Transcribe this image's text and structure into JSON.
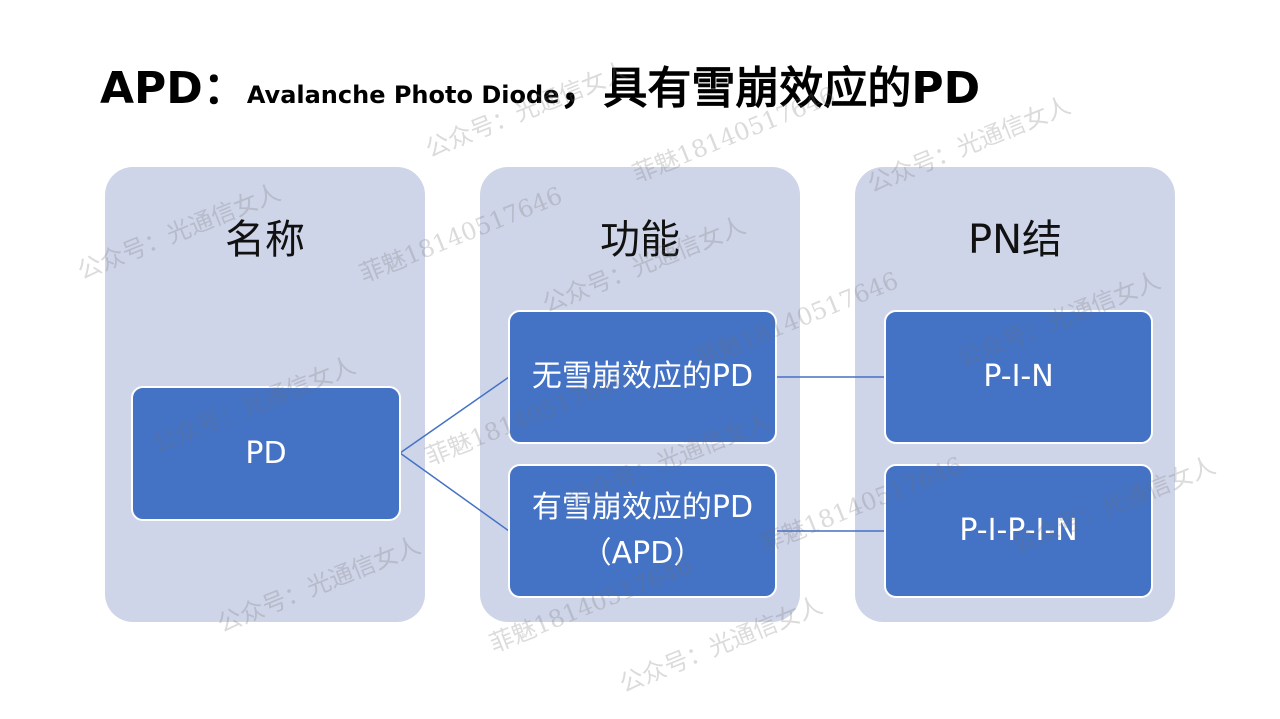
{
  "title": {
    "prefix": "APD：",
    "subtitle": "Avalanche Photo Diode",
    "suffix": "，具有雪崩效应的PD"
  },
  "columns": {
    "name": {
      "title": "名称",
      "nodes": {
        "pd": "PD"
      }
    },
    "function": {
      "title": "功能",
      "nodes": {
        "no_avalanche": "无雪崩效应的PD",
        "avalanche_line1": "有雪崩效应的PD",
        "avalanche_line2": "（APD）"
      }
    },
    "pn": {
      "title": "PN结",
      "nodes": {
        "pin": "P-I-N",
        "pipin": "P-I-P-I-N"
      }
    }
  },
  "watermarks": {
    "account": "公众号：光通信女人",
    "contact": "菲魅18140517646"
  },
  "colors": {
    "column_bg": "#cfd5e8",
    "node_fill": "#4472c4",
    "node_text": "#ffffff",
    "connector": "#4472c4"
  }
}
